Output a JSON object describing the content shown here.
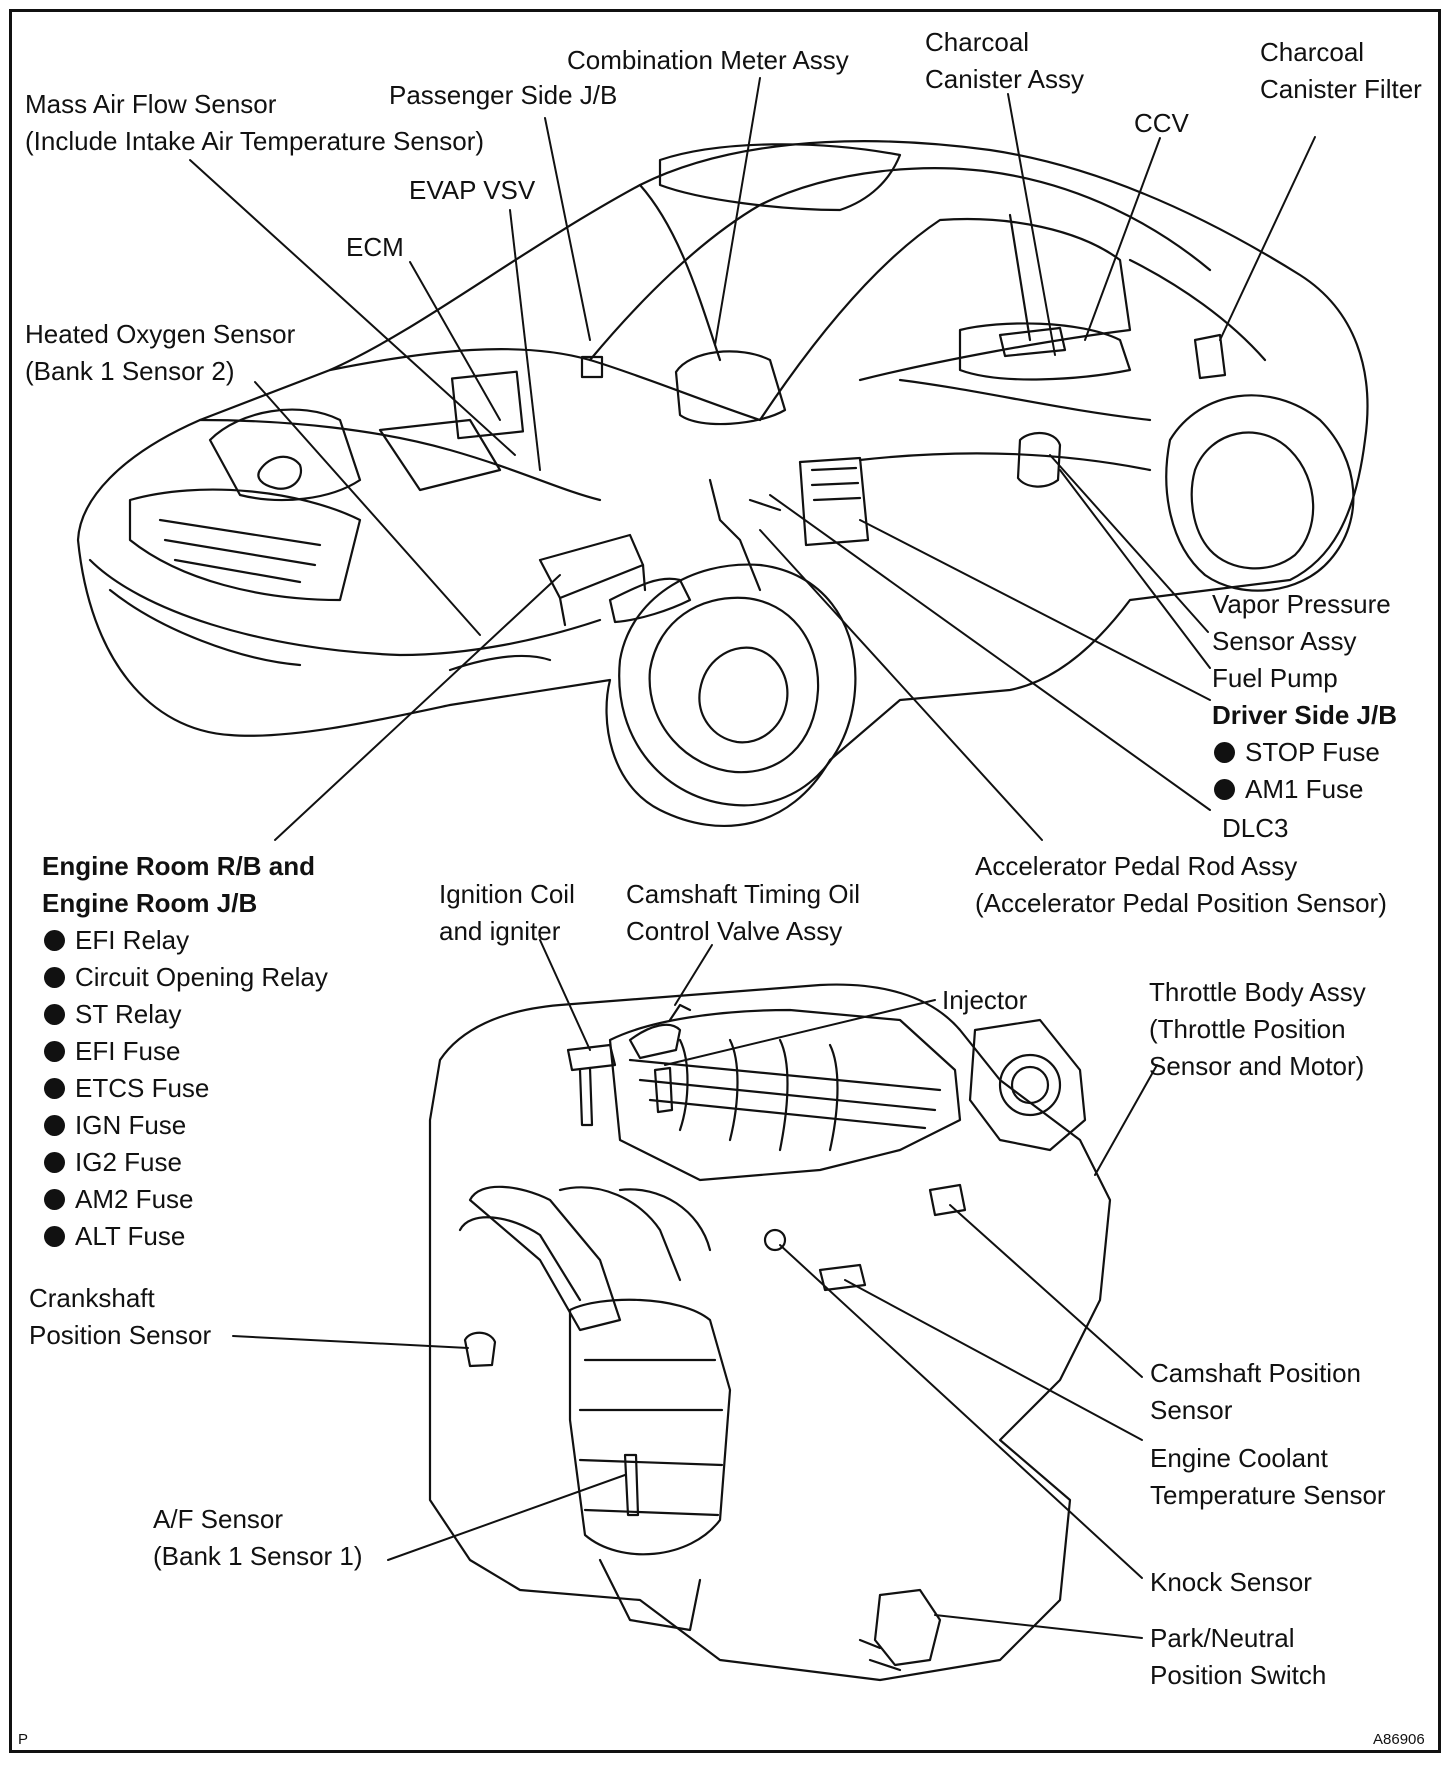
{
  "labels": {
    "mass_air_flow": [
      "Mass Air Flow Sensor",
      "(Include Intake Air Temperature Sensor)"
    ],
    "passenger_jb": "Passenger Side J/B",
    "combination_meter": "Combination Meter Assy",
    "charcoal_canister": [
      "Charcoal",
      "Canister Assy"
    ],
    "ccv": "CCV",
    "charcoal_filter": [
      "Charcoal",
      "Canister Filter"
    ],
    "evap_vsv": "EVAP VSV",
    "ecm": "ECM",
    "heated_o2": [
      "Heated Oxygen Sensor",
      "(Bank 1 Sensor 2)"
    ],
    "vapor_pressure": [
      "Vapor Pressure",
      "Sensor Assy"
    ],
    "fuel_pump": "Fuel Pump",
    "driver_jb": {
      "title": "Driver Side J/B",
      "items": [
        "STOP Fuse",
        "AM1 Fuse"
      ]
    },
    "dlc3": "DLC3",
    "accelerator": [
      "Accelerator Pedal Rod Assy",
      "(Accelerator Pedal Position Sensor)"
    ],
    "engine_room": {
      "title": [
        "Engine Room R/B and",
        "Engine Room J/B"
      ],
      "items": [
        "EFI Relay",
        "Circuit Opening Relay",
        "ST Relay",
        "EFI Fuse",
        "ETCS Fuse",
        "IGN Fuse",
        "IG2 Fuse",
        "AM2 Fuse",
        "ALT Fuse"
      ]
    },
    "ignition_coil": [
      "Ignition Coil",
      "and igniter"
    ],
    "camshaft_timing": [
      "Camshaft Timing Oil",
      "Control Valve Assy"
    ],
    "injector": "Injector",
    "throttle_body": [
      "Throttle Body Assy",
      "(Throttle Position",
      "Sensor and Motor)"
    ],
    "crankshaft": [
      "Crankshaft",
      "Position Sensor"
    ],
    "camshaft_position": [
      "Camshaft Position",
      "Sensor"
    ],
    "coolant_temp": [
      "Engine Coolant",
      "Temperature Sensor"
    ],
    "af_sensor": [
      "A/F Sensor",
      "(Bank 1 Sensor 1)"
    ],
    "knock_sensor": "Knock Sensor",
    "park_neutral": [
      "Park/Neutral",
      "Position Switch"
    ]
  },
  "corner_marks": {
    "left": "P",
    "right": "A86906"
  },
  "colors": {
    "ink": "#111111",
    "paper": "#ffffff"
  }
}
